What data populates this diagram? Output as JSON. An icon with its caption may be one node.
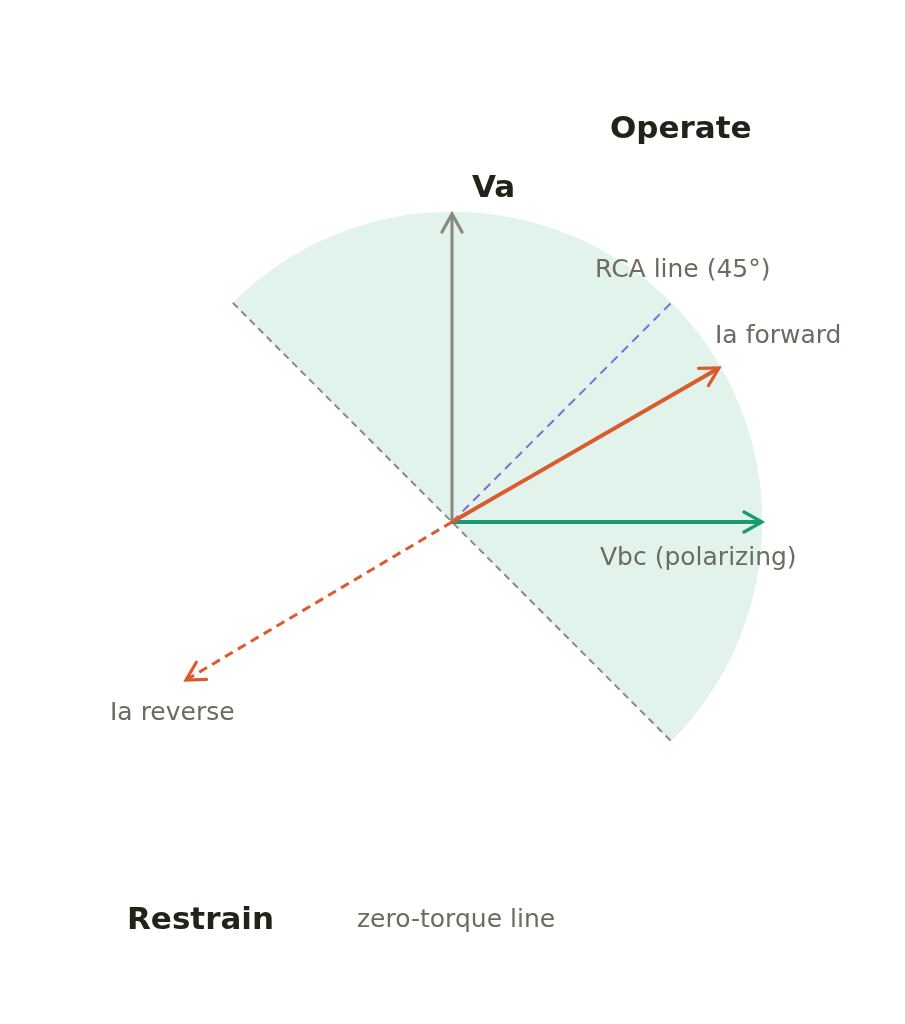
{
  "diagram": {
    "labels": [
      "Operate",
      "Va",
      "RCA line (45°)",
      "Ia forward",
      "Vbc (polarizing)",
      "Ia reverse",
      "Restrain",
      "zero-torque line"
    ]
  }
}
